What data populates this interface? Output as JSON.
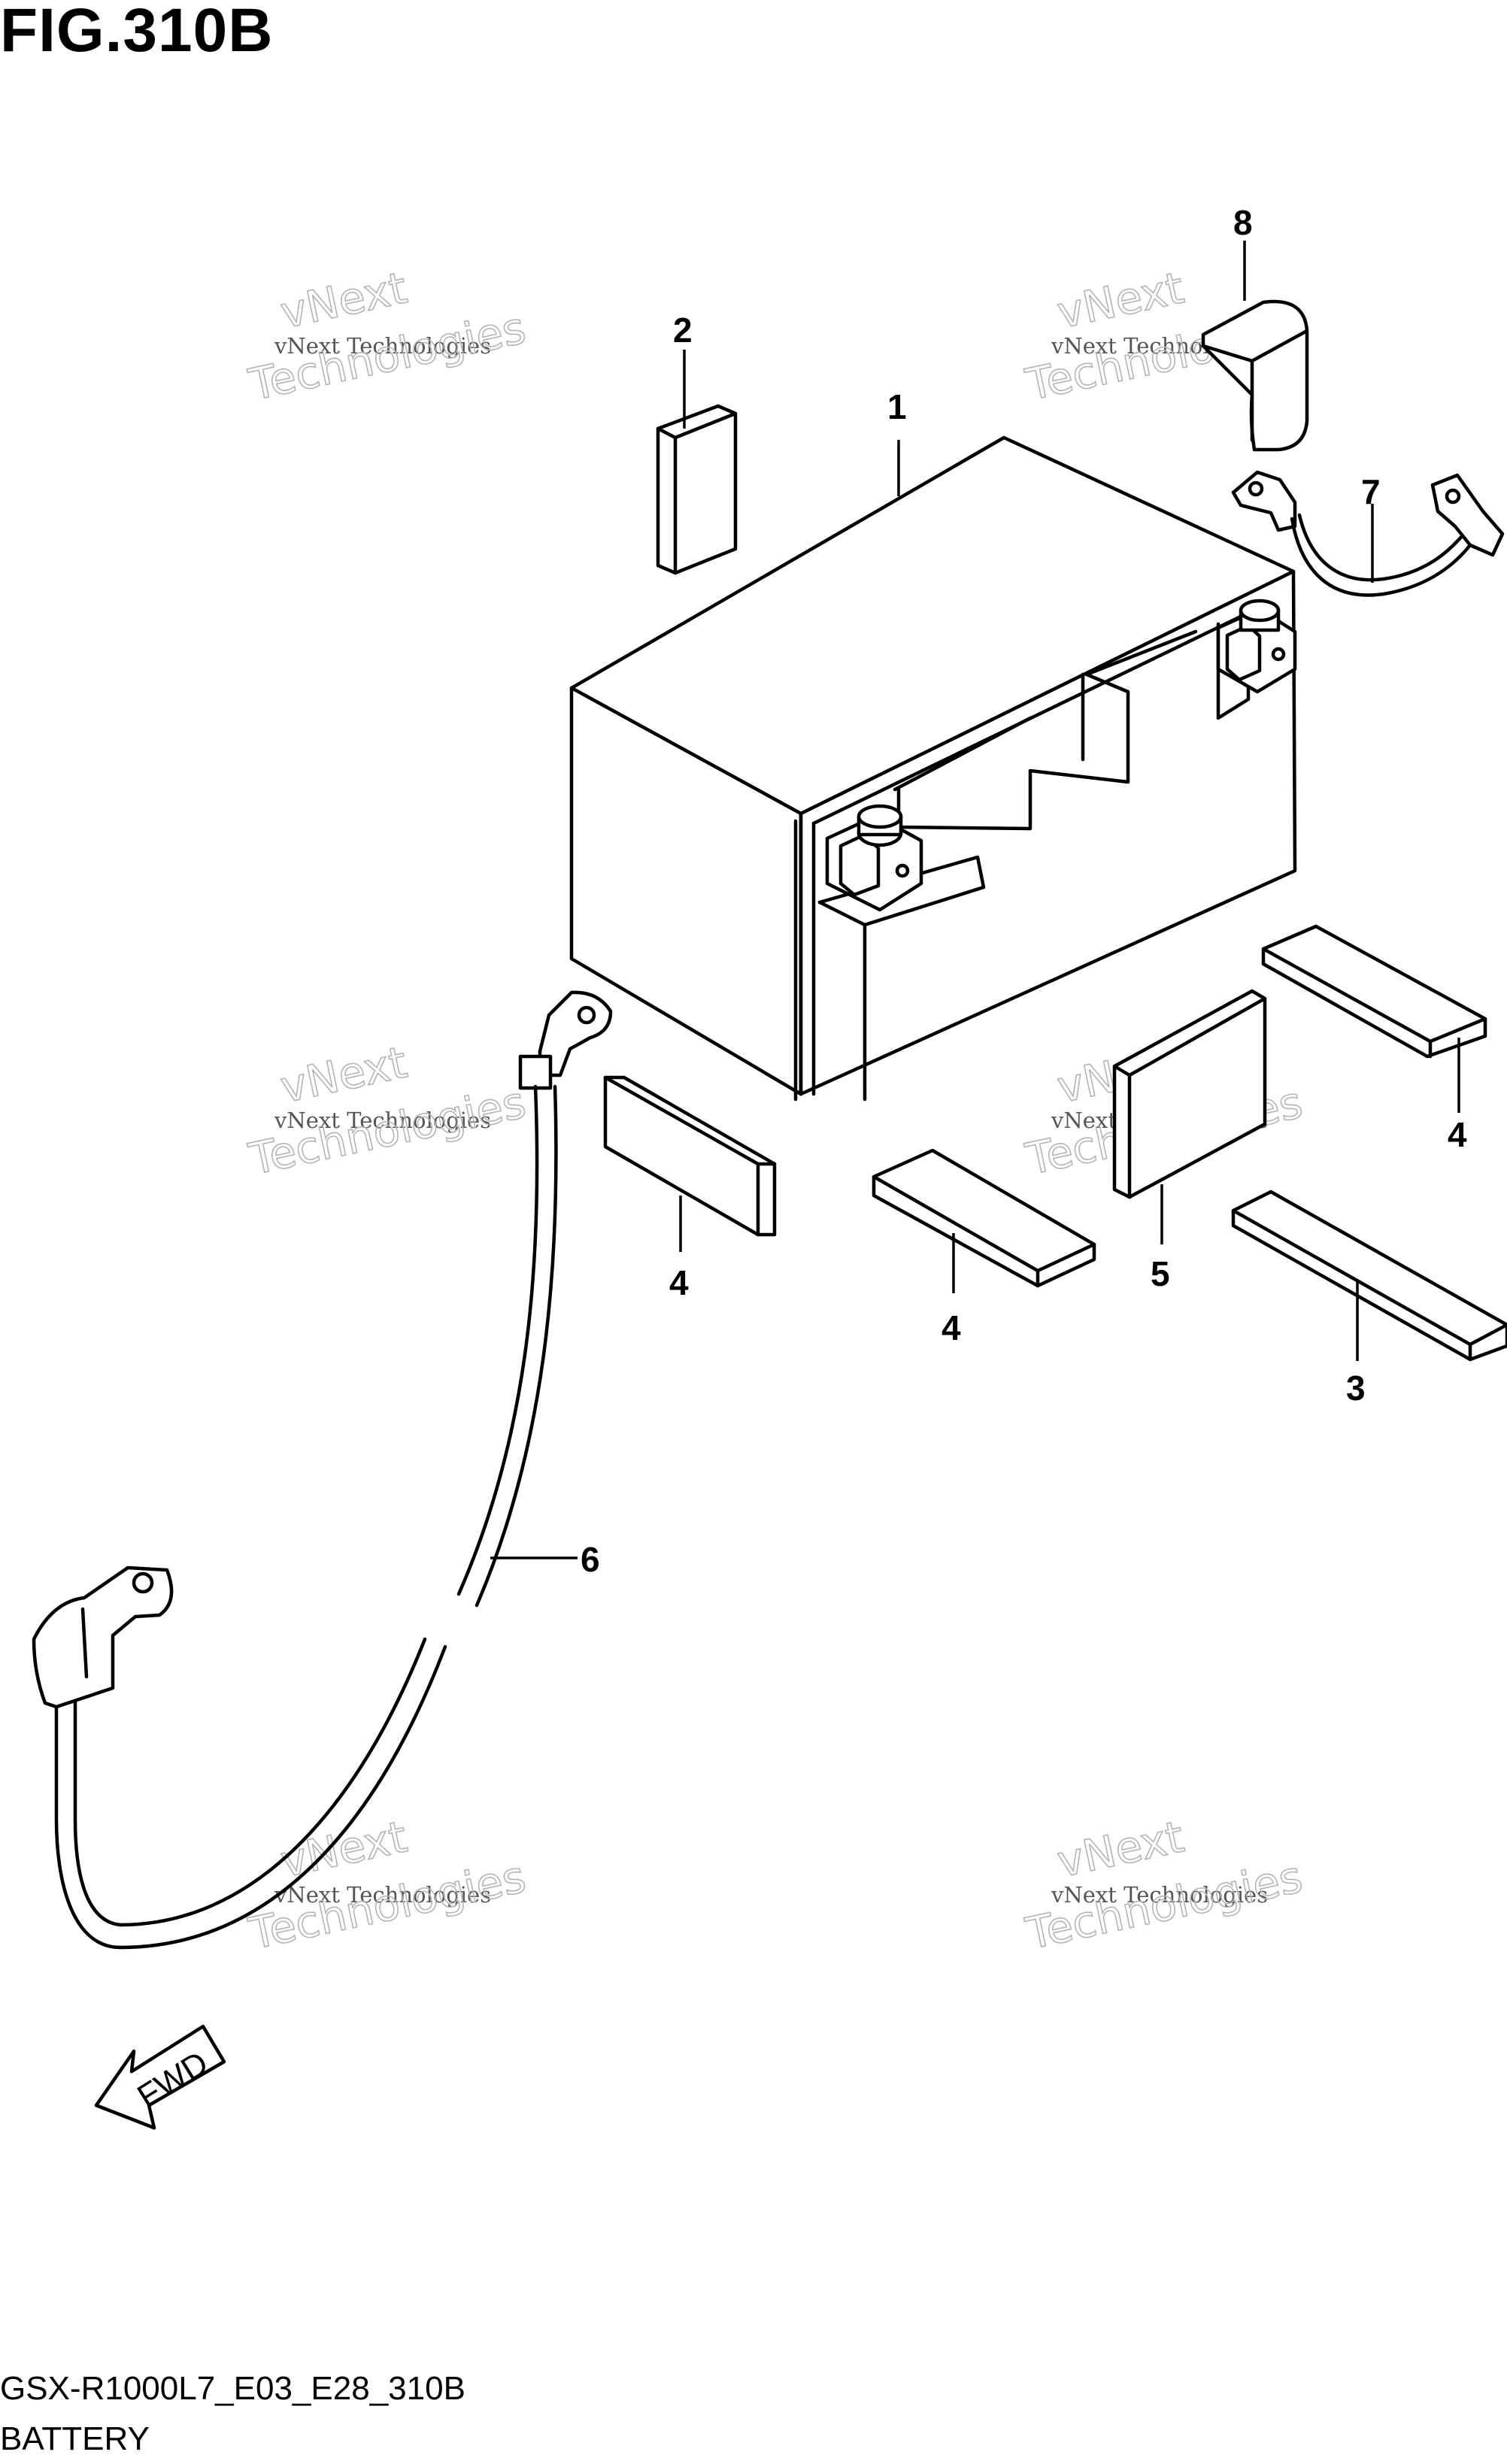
{
  "figure": {
    "title": "FIG.310B",
    "model_code": "GSX-R1000L7_E03_E28_310B",
    "section_name": "BATTERY"
  },
  "callouts": [
    {
      "id": "c1",
      "label": "1"
    },
    {
      "id": "c2",
      "label": "2"
    },
    {
      "id": "c3",
      "label": "3"
    },
    {
      "id": "c4a",
      "label": "4"
    },
    {
      "id": "c4b",
      "label": "4"
    },
    {
      "id": "c4c",
      "label": "4"
    },
    {
      "id": "c5",
      "label": "5"
    },
    {
      "id": "c6",
      "label": "6"
    },
    {
      "id": "c7",
      "label": "7"
    },
    {
      "id": "c8",
      "label": "8"
    }
  ],
  "direction_arrow": {
    "label": "FWD"
  },
  "watermark": {
    "line1": "vNext Technologies",
    "line2": "vNext",
    "line3": "Technologies"
  }
}
